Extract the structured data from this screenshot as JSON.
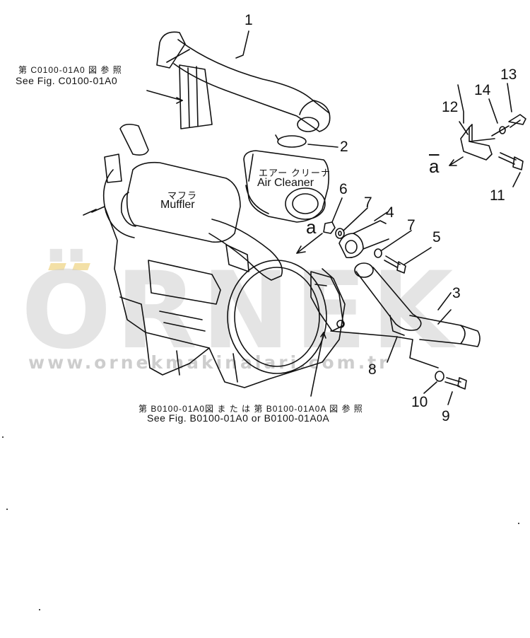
{
  "callouts": [
    "1",
    "2",
    "3",
    "4",
    "5",
    "6",
    "7",
    "7",
    "8",
    "9",
    "10",
    "11",
    "12",
    "13",
    "14"
  ],
  "refs": {
    "top_jp": "第 C0100-01A0 図 参 照",
    "top_en": "See Fig. C0100-01A0",
    "bottom_jp": "第 B0100-01A0図 ま た は 第 B0100-01A0A 図 参 照",
    "bottom_en": "See Fig. B0100-01A0 or B0100-01A0A"
  },
  "components": {
    "air_cleaner_jp": "エアー クリーナ",
    "air_cleaner_en": "Air Cleaner",
    "muffler_jp": "マフラ",
    "muffler_en": "Muffler"
  },
  "view_marker": "a",
  "watermark": {
    "brand": "ÖRNEK",
    "url": "www.ornekmakinalari.com.tr"
  },
  "colors": {
    "line": "#111111",
    "watermark": "#cfcfcf",
    "watermark_accent": "#f0d890"
  }
}
